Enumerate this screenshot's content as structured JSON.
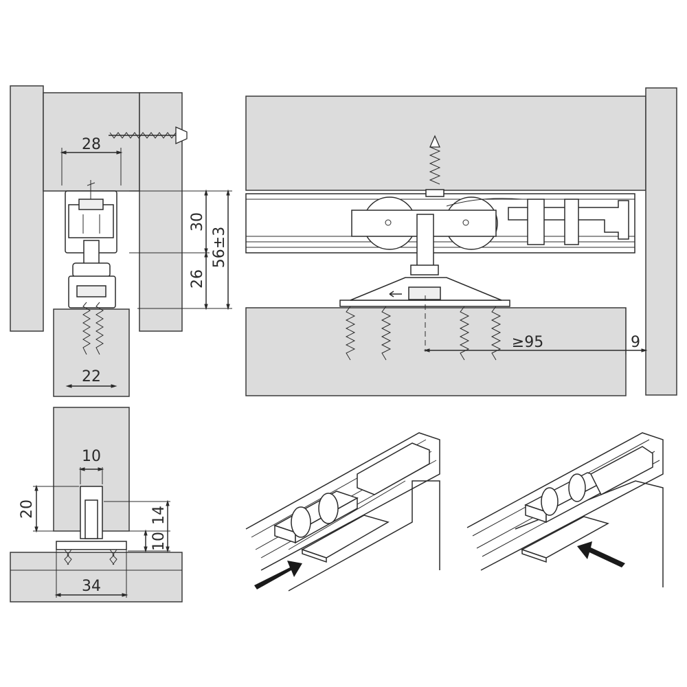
{
  "colors": {
    "panel_fill": "#dcdcdc",
    "line": "#2a2a2a",
    "background": "#ffffff",
    "arrow": "#1a1a1a"
  },
  "dimensions": {
    "track_width": "28",
    "height_30": "30",
    "height_26": "26",
    "height_total": "56±3",
    "door_thickness": "22",
    "min_distance": "≥95",
    "end_gap": "9",
    "guide_width": "10",
    "groove_depth": "20",
    "guide_height_14": "14",
    "guide_height_10": "10",
    "base_width": "34"
  }
}
